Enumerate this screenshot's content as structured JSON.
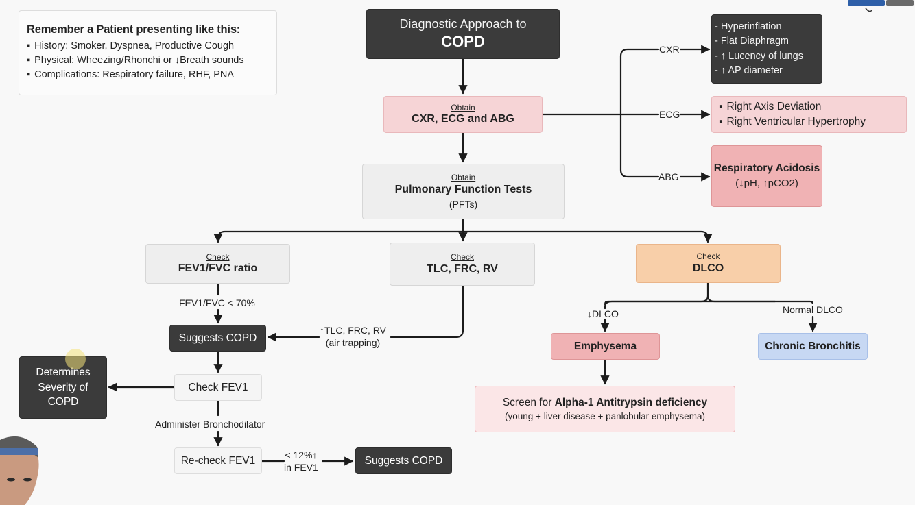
{
  "remember": {
    "title": "Remember a Patient presenting like this:",
    "items": [
      "History: Smoker, Dyspnea, Productive Cough",
      "Physical: Wheezing/Rhonchi or ↓Breath sounds",
      "Complications: Respiratory failure, RHF, PNA"
    ]
  },
  "header": {
    "line1": "Diagnostic Approach to",
    "line2": "COPD"
  },
  "obtain_tests": {
    "label": "Obtain",
    "title": "CXR, ECG and ABG"
  },
  "cxr": {
    "edge": "CXR",
    "items": [
      "- Hyperinflation",
      "- Flat Diaphragm",
      "- ↑ Lucency of lungs",
      "- ↑ AP diameter"
    ]
  },
  "ecg": {
    "edge": "ECG",
    "items": [
      "Right Axis Deviation",
      "Right Ventricular Hypertrophy"
    ]
  },
  "abg": {
    "edge": "ABG",
    "title": "Respiratory Acidosis",
    "sub": "(↓pH, ↑pCO2)"
  },
  "pft": {
    "label": "Obtain",
    "title": "Pulmonary Function Tests",
    "sub": "(PFTs)"
  },
  "fev_ratio": {
    "label": "Check",
    "title": "FEV1/FVC ratio"
  },
  "tlc": {
    "label": "Check",
    "title": "TLC, FRC, RV"
  },
  "dlco": {
    "label": "Check",
    "title": "DLCO"
  },
  "edges": {
    "fev_lt70": "FEV1/FVC < 70%",
    "tlc_up_1": "↑TLC, FRC, RV",
    "tlc_up_2": "(air trapping)",
    "admin_bd": "Administer Bronchodilator",
    "lt12_1": "< 12%↑",
    "lt12_2": "in FEV1",
    "down_dlco": "↓DLCO",
    "normal_dlco": "Normal DLCO"
  },
  "suggests_copd_1": "Suggests COPD",
  "determines": {
    "line1": "Determines",
    "line2": "Severity of",
    "line3": "COPD"
  },
  "check_fev1": "Check FEV1",
  "recheck_fev1": "Re-check FEV1",
  "suggests_copd_2": "Suggests COPD",
  "emphysema": "Emphysema",
  "chronic_bronchitis": "Chronic Bronchitis",
  "alpha1": {
    "prefix": "Screen for ",
    "bold": "Alpha-1 Antitrypsin deficiency",
    "sub": "(young + liver disease + panlobular emphysema)"
  },
  "colors": {
    "dark": "#3b3b3b",
    "pink": "#f6d4d6",
    "peach": "#f8cfa9",
    "salmon": "#f0b2b4",
    "blue": "#c7d8f3",
    "line": "#1c1c1c"
  }
}
